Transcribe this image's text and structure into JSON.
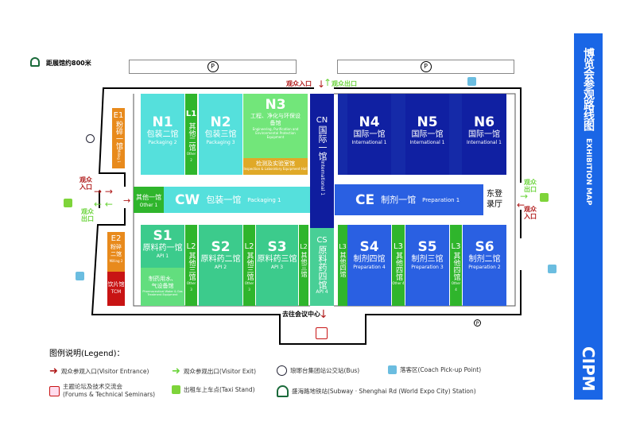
{
  "subway_note": "距展馆约800米",
  "parking": "P",
  "sidebar": {
    "title_cn": "博览会参观路线图",
    "title_en": "EXHIBITION MAP",
    "logo": "CIPM",
    "color": "#1a66e6"
  },
  "labels": {
    "entrance": "观众入口",
    "exit": "观众出口",
    "entrance_short": "观众\n入口",
    "exit_short": "观众\n出口",
    "conference": "去往会议中心",
    "east_hall": "东登录厅"
  },
  "halls": {
    "N1": {
      "code": "N1",
      "cn": "包装二馆",
      "en": "Packaging 2"
    },
    "L1": {
      "code": "L1",
      "cn": "其他二馆",
      "en": "Other 2"
    },
    "N2": {
      "code": "N2",
      "cn": "包装三馆",
      "en": "Packaging 3"
    },
    "N3": {
      "code": "N3",
      "cn": "工程、净化与环保设备馆",
      "en": "Engineering, Purification and Environmental Protection Equipment",
      "sub_cn": "检测及实验室馆",
      "sub_en": "Inspection & Laboratory Equipment Hall"
    },
    "CN": {
      "code": "CN",
      "cn": "国际一馆",
      "en": "International 1"
    },
    "N4": {
      "code": "N4",
      "cn": "国际一馆",
      "en": "International 1"
    },
    "N5": {
      "code": "N5",
      "cn": "国际一馆",
      "en": "International 1"
    },
    "N6": {
      "code": "N6",
      "cn": "国际一馆",
      "en": "International 1"
    },
    "E1": {
      "code": "E1",
      "cn": "粉碎一馆",
      "en": "Milling 1"
    },
    "O1": {
      "cn": "其他一馆",
      "en": "Other 1"
    },
    "CW": {
      "code": "CW",
      "cn": "包装一馆",
      "en": "Packaging 1"
    },
    "CE": {
      "code": "CE",
      "cn": "制剂一馆",
      "en": "Preparation 1"
    },
    "E2": {
      "code": "E2",
      "cn": "粉碎二馆",
      "en": "Milling 2"
    },
    "TCM": {
      "cn": "饮片馆",
      "en": "TCM"
    },
    "S1": {
      "code": "S1",
      "cn": "原料药一馆",
      "en": "API 1",
      "sub_cn": "制药用水、气设备馆",
      "sub_en": "Pharmaceutical Water & Gas Treatment Equipment"
    },
    "L2a": {
      "code": "L2",
      "cn": "其他三馆",
      "en": "Other 3"
    },
    "S2": {
      "code": "S2",
      "cn": "原料药二馆",
      "en": "API 2"
    },
    "L2b": {
      "code": "L2",
      "cn": "其他三馆",
      "en": "Other 3"
    },
    "S3": {
      "code": "S3",
      "cn": "原料药三馆",
      "en": "API 3"
    },
    "L2c": {
      "code": "L2",
      "cn": "其他三馆",
      "en": "Other 3"
    },
    "CS": {
      "code": "CS",
      "cn": "原料药四馆",
      "en": "API 4"
    },
    "L3a": {
      "code": "L3",
      "cn": "其他四馆",
      "en": "Other 4"
    },
    "S4": {
      "code": "S4",
      "cn": "制剂四馆",
      "en": "Preparation 4"
    },
    "L3b": {
      "code": "L3",
      "cn": "其他四馆",
      "en": "Other 4"
    },
    "S5": {
      "code": "S5",
      "cn": "制剂三馆",
      "en": "Preparation 3"
    },
    "L3c": {
      "code": "L3",
      "cn": "其他四馆",
      "en": "Other 4"
    },
    "S6": {
      "code": "S6",
      "cn": "制剂二馆",
      "en": "Preparation 2"
    }
  },
  "colors": {
    "cyan": "#55e0dc",
    "green": "#2fb52c",
    "lightgreen": "#72e67a",
    "teal": "#3ccb8c",
    "navy": "#0f1d9e",
    "blue": "#2a60e2",
    "orange": "#e88a1c",
    "red": "#c81414",
    "entrance": "#b01a1a",
    "exit": "#6cd43c"
  },
  "legend": {
    "title": "图例说明(Legend)：",
    "items": [
      {
        "icon": "red-arrow",
        "text": "观众参观入口(Visitor Entrance)"
      },
      {
        "icon": "green-arrow",
        "text": "观众参观出口(Visitor Exit)"
      },
      {
        "icon": "bus-icon",
        "text": "琅琊台集团站公交站(Bus)"
      },
      {
        "icon": "coach-icon",
        "text": "落客区(Coach Pick-up Point)"
      },
      {
        "icon": "forum-icon",
        "text": "主题论坛及技术交流会\n(Forums & Technical Seminars)"
      },
      {
        "icon": "taxi-icon",
        "text": "出租车上车点(Taxi Stand)"
      },
      {
        "icon": "subway-icon",
        "text": "盛海路地铁站(Subway · Shenghai Rd (World Expo City) Station)"
      }
    ]
  }
}
